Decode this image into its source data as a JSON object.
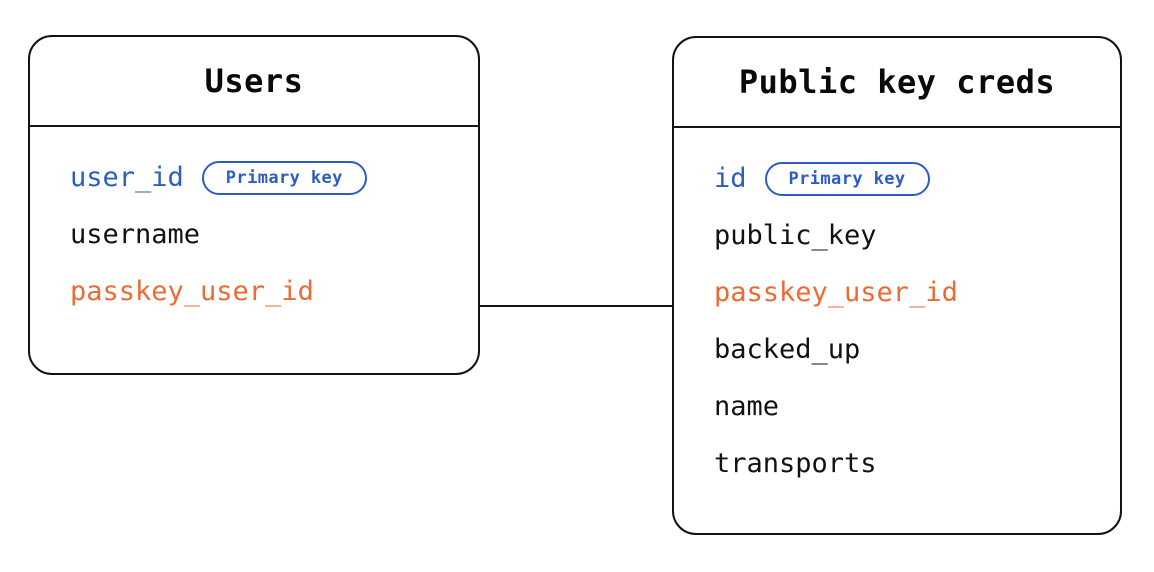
{
  "diagram": {
    "type": "entity-relationship-diagram",
    "background_color": "#ffffff",
    "colors": {
      "border": "#121212",
      "text": "#121212",
      "primary_key": "#2c5cc5",
      "foreign_key": "#ec6b33"
    },
    "badge_label": "Primary key",
    "entities": [
      {
        "id": "users",
        "title": "Users",
        "fields": [
          {
            "name": "user_id",
            "role": "pk",
            "badge": "Primary key"
          },
          {
            "name": "username",
            "role": "plain",
            "badge": ""
          },
          {
            "name": "passkey_user_id",
            "role": "fk",
            "badge": ""
          }
        ]
      },
      {
        "id": "public-key-creds",
        "title": "Public key creds",
        "fields": [
          {
            "name": "id",
            "role": "pk",
            "badge": "Primary key"
          },
          {
            "name": "public_key",
            "role": "plain",
            "badge": ""
          },
          {
            "name": "passkey_user_id",
            "role": "fk",
            "badge": ""
          },
          {
            "name": "backed_up",
            "role": "plain",
            "badge": ""
          },
          {
            "name": "name",
            "role": "plain",
            "badge": ""
          },
          {
            "name": "transports",
            "role": "plain",
            "badge": ""
          }
        ]
      }
    ],
    "relationships": [
      {
        "from_entity": "users",
        "from_field": "passkey_user_id",
        "to_entity": "public-key-creds",
        "to_field": "passkey_user_id"
      }
    ]
  }
}
